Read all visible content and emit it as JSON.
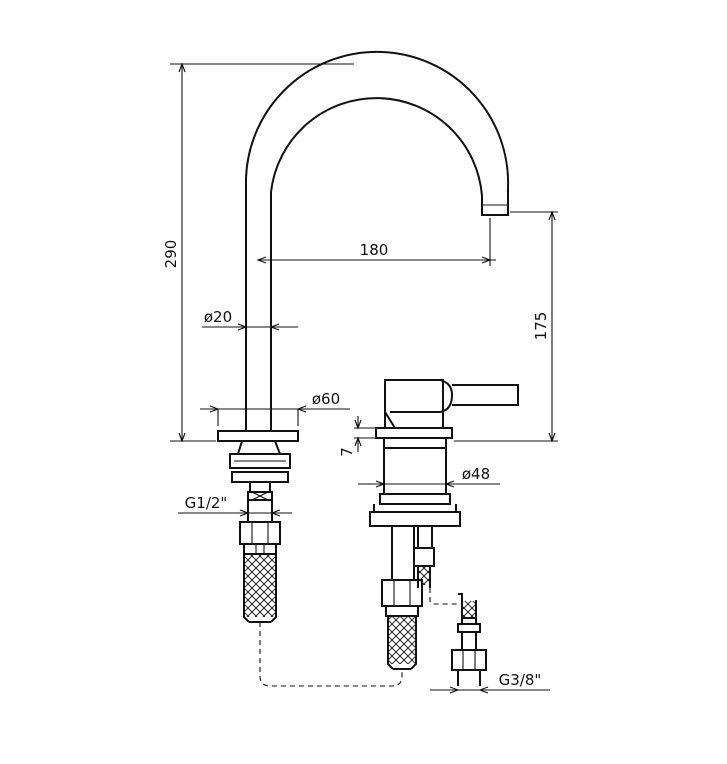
{
  "dimensions": {
    "total_height": "290",
    "spout_reach": "180",
    "spout_height": "175",
    "pipe_diameter": "ø20",
    "base_diameter": "ø60",
    "base_thickness": "7",
    "handle_diameter": "ø48",
    "inlet_thread": "G1/2\"",
    "hose_thread": "G3/8\""
  }
}
